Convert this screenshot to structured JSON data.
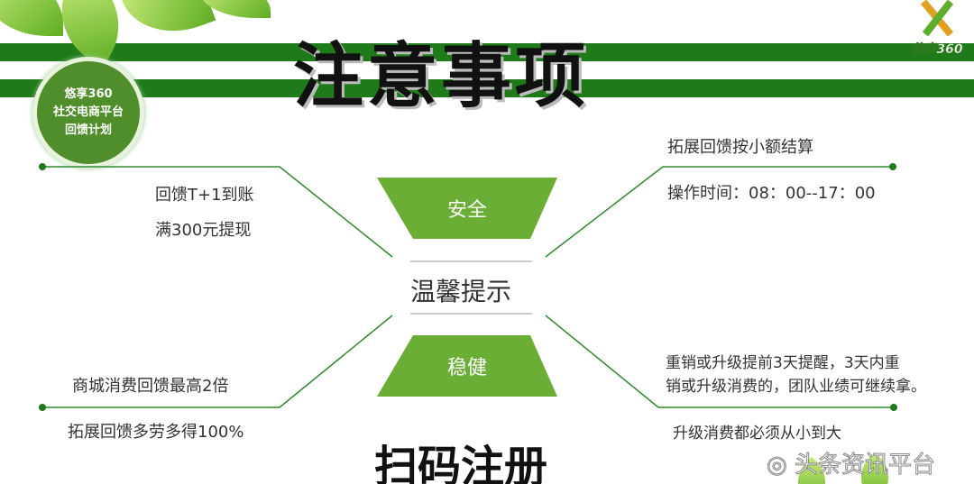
{
  "title": "注意事项",
  "badge": {
    "line1": "悠享360",
    "line2": "社交电商平台",
    "line3": "回馈计划"
  },
  "logo": {
    "text": "悠享360"
  },
  "center": {
    "top": "安全",
    "middle": "温馨提示",
    "bottom": "稳健"
  },
  "left_top": [
    "回馈T+1到账",
    "满300元提现"
  ],
  "left_bottom": [
    "商城消费回馈最高2倍",
    "拓展回馈多劳多得100%"
  ],
  "right_top": [
    "拓展回馈按小额结算",
    "操作时间：08：00--17：00"
  ],
  "right_bottom": [
    "重销或升级提前3天提醒，3天内重",
    "销或升级消费的，团队业绩可继续拿。",
    "升级消费都必须从小到大"
  ],
  "footer": "扫码注册",
  "watermark": "头条资讯平台",
  "colors": {
    "band": "#1f7a1a",
    "accent": "#4f8e2a",
    "line": "#2e8b2e"
  }
}
